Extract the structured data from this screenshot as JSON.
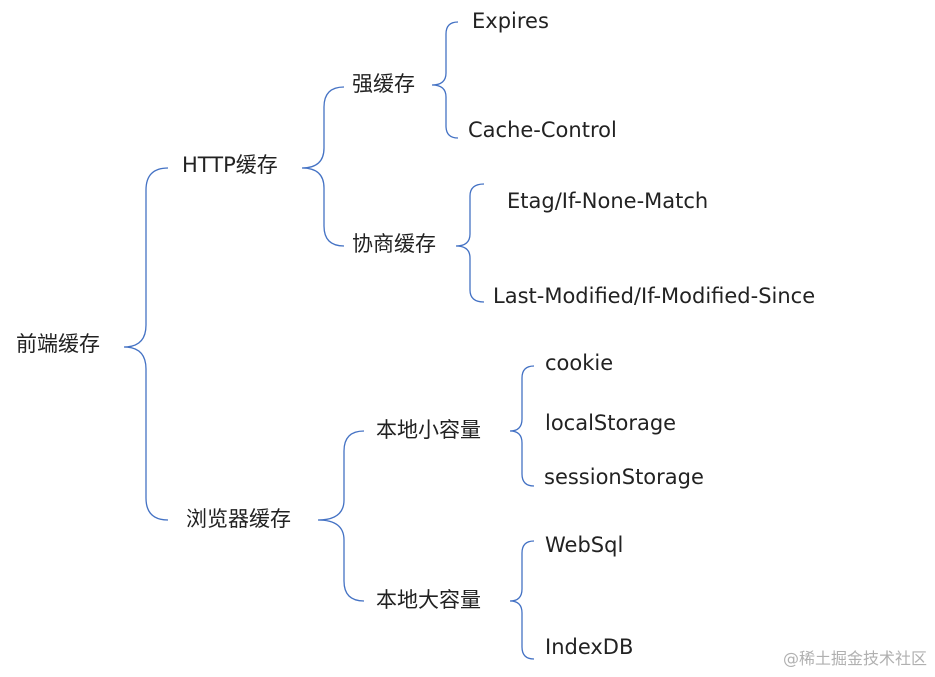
{
  "tree": {
    "root": "前端缓存",
    "http": {
      "label": "HTTP缓存",
      "strong": {
        "label": "强缓存",
        "items": [
          "Expires",
          "Cache-Control"
        ]
      },
      "negotiate": {
        "label": "协商缓存",
        "items": [
          "Etag/If-None-Match",
          "Last-Modified/If-Modified-Since"
        ]
      }
    },
    "browser": {
      "label": "浏览器缓存",
      "small": {
        "label": "本地小容量",
        "items": [
          "cookie",
          "localStorage",
          "sessionStorage"
        ]
      },
      "large": {
        "label": "本地大容量",
        "items": [
          "WebSql",
          "IndexDB"
        ]
      }
    }
  },
  "watermark": "@稀土掘金技术社区",
  "colors": {
    "bracket": "#4472c4",
    "text": "#222222"
  }
}
